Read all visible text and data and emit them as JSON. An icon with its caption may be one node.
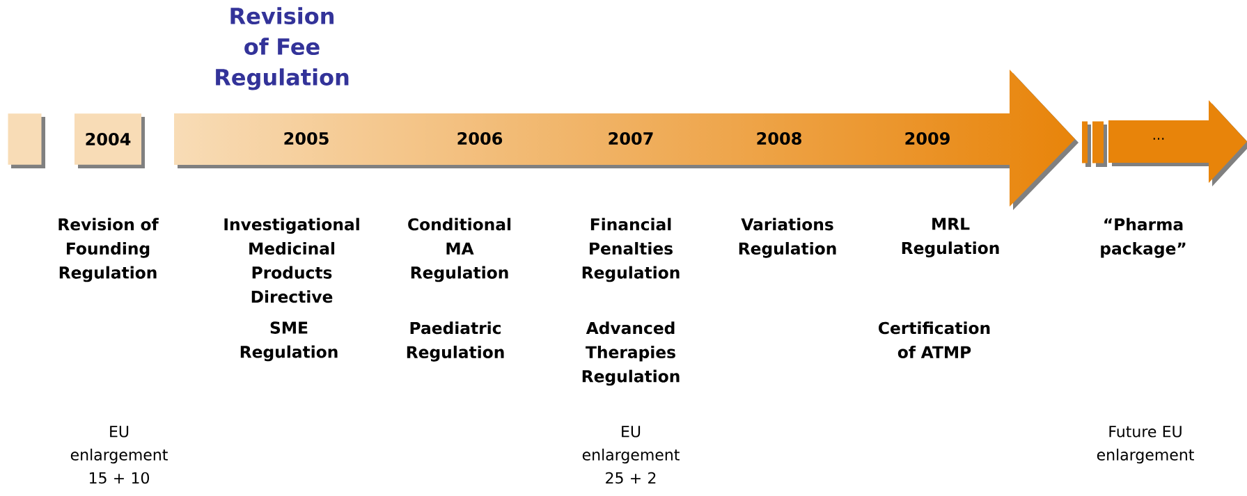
{
  "diagram": {
    "nodes": [
      {
        "text": [],
        "shape": "box"
      },
      {
        "text": [
          "2004"
        ]
      },
      {
        "text": [
          "2005",
          "2006",
          "2007",
          "2008",
          "2009"
        ]
      },
      {
        "text": [],
        "shape": "bar"
      },
      {
        "text": [],
        "shape": "bar"
      },
      {
        "text": [
          "…"
        ]
      }
    ],
    "labels": [
      "Revision of Fee Regulation",
      "Revision of Founding Regulation",
      "Investigational Medicinal Products Directive",
      "Conditional MA Regulation",
      "Financial Penalties Regulation",
      "Variations Regulation",
      "MRL Regulation",
      "“Pharma package”",
      "SME Regulation",
      "Paediatric Regulation",
      "Advanced Therapies Regulation",
      "Certification of ATMP",
      "EU enlargement 15 + 10",
      "EU enlargement 25 + 2",
      "Future EU enlargement"
    ]
  }
}
